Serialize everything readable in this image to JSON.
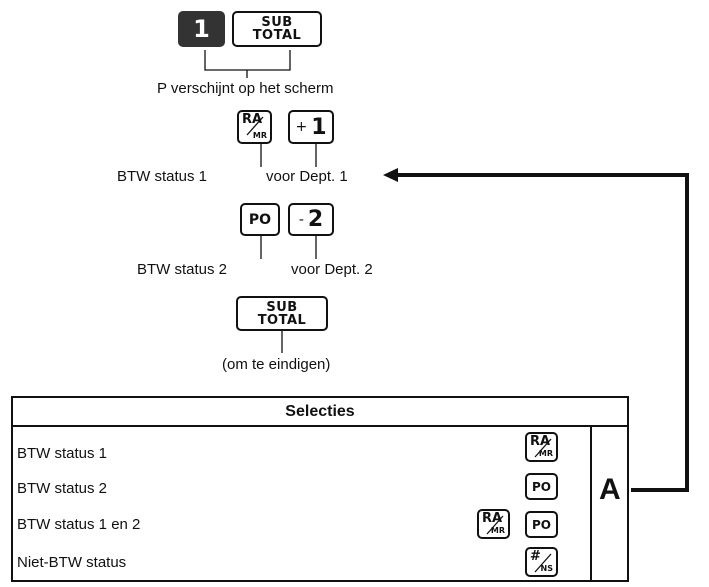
{
  "keys": {
    "one": "1",
    "subtotal_line1": "SUB",
    "subtotal_line2": "TOTAL",
    "ra": "RA",
    "mr": "MR",
    "plus_sign": "+",
    "plus_num": "1",
    "po": "PO",
    "minus_sign": "-",
    "minus_num": "2",
    "hash": "#",
    "ns": "NS"
  },
  "labels": {
    "p_shown": "P verschijnt op het scherm",
    "btw1": "BTW status  1",
    "dept1": "voor Dept. 1",
    "btw2": "BTW status  2",
    "dept2": "voor Dept. 2",
    "finish": "(om te eindigen)"
  },
  "table": {
    "header": "Selecties",
    "rows": [
      {
        "label": "BTW status 1"
      },
      {
        "label": "BTW status 2"
      },
      {
        "label": "BTW status 1 en 2"
      },
      {
        "label": "Niet-BTW status"
      }
    ],
    "marker": "A"
  }
}
